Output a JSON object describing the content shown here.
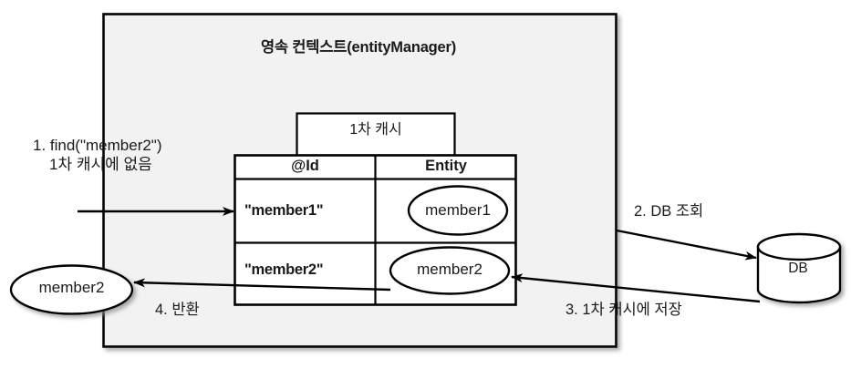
{
  "diagram": {
    "title": "영속 컨텍스트(entityManager)",
    "cache_box_label": "1차 캐시",
    "table": {
      "headers": [
        "@Id",
        "Entity"
      ],
      "rows": [
        {
          "id": "\"member1\"",
          "entity": "member1"
        },
        {
          "id": "\"member2\"",
          "entity": "member2"
        }
      ]
    },
    "database": {
      "label": "DB"
    },
    "returned_entity": {
      "label": "member2"
    },
    "steps": [
      {
        "number": "1",
        "line1": "1. find(\"member2\")",
        "line2": "1차 캐시에 없음"
      },
      {
        "number": "2",
        "label": "2. DB 조회"
      },
      {
        "number": "3",
        "label": "3. 1차 캐시에 저장"
      },
      {
        "number": "4",
        "label": "4. 반환"
      }
    ],
    "colors": {
      "context_fill": "#f2f2f2",
      "stroke": "#000000",
      "text": "#1a1a1a",
      "page_background": "#ffffff"
    }
  }
}
